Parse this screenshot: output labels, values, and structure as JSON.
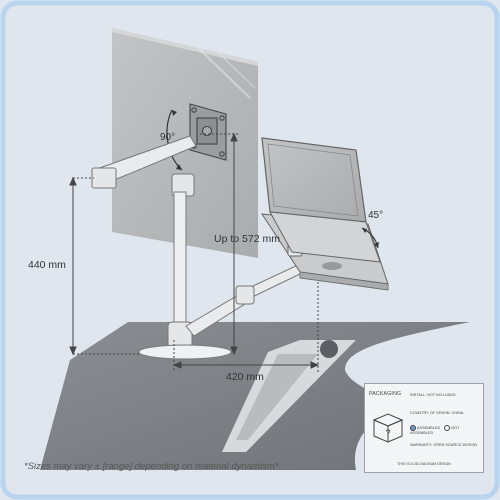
{
  "labels": {
    "rotation_angle": "90°",
    "tilt_angle": "45°",
    "height_dim": "440 mm",
    "reach_dim": "Up to 572 mm",
    "depth_dim": "420 mm"
  },
  "disclaimer": "*Sizes may vary ± [range] depending on material dynamism*",
  "packaging": {
    "title": "PACKAGING",
    "install": "INSTALL: NOT INCLUDED",
    "origin": "COUNTRY OF ORIGIN: CHINA",
    "option_assembled": "ASSEMBLED",
    "option_not_assembled": "NOT ASSEMBLED",
    "warranty": "WARRANTY: OPEN SOURCE DESIGN",
    "footer": "THIS IS A 2D DIAGRAM DESIGN"
  },
  "colors": {
    "background": "#dfe6ee",
    "frame_border": "#b9d4ee",
    "desk_surface": "#7b7f83",
    "monitor": "#b7b9bb"
  }
}
